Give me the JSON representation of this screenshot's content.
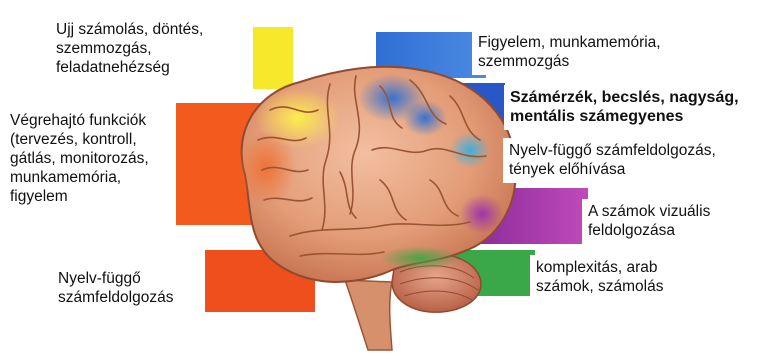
{
  "labels": {
    "yellow_region": {
      "lines": [
        "Ujj számolás, döntés,",
        "szemmozgás,",
        "feladatnehézség"
      ],
      "color": "#f6e82a"
    },
    "orange_region": {
      "lines": [
        "Végrehajtó funkciók",
        "(tervezés, kontroll,",
        "gátlás, monitorozás,",
        "munkamemória,",
        "figyelem"
      ],
      "color": "#f25a1e"
    },
    "red_region": {
      "lines": [
        "Nyelv-függő",
        "számfeldolgozás"
      ],
      "color": "#f0511e"
    },
    "blue_region": {
      "lines": [
        "Figyelem, munkamemória,",
        "szemmozgás"
      ],
      "color": "#2f73d6"
    },
    "darkblue_region": {
      "lines": [
        "Számérzék, becslés, nagyság,",
        "mentális számegyenes"
      ],
      "color": "#2a57c8"
    },
    "cyan_region": {
      "lines": [
        "Nyelv-függő számfeldolgozás,",
        "tények előhívása"
      ],
      "color": "#22a7e6"
    },
    "purple_region": {
      "lines": [
        "A számok vizuális",
        "feldolgozása"
      ],
      "color": "#b23ab4"
    },
    "green_region": {
      "lines": [
        "komplexitás, arab",
        "számok, számolás"
      ],
      "color": "#3aa848"
    }
  }
}
